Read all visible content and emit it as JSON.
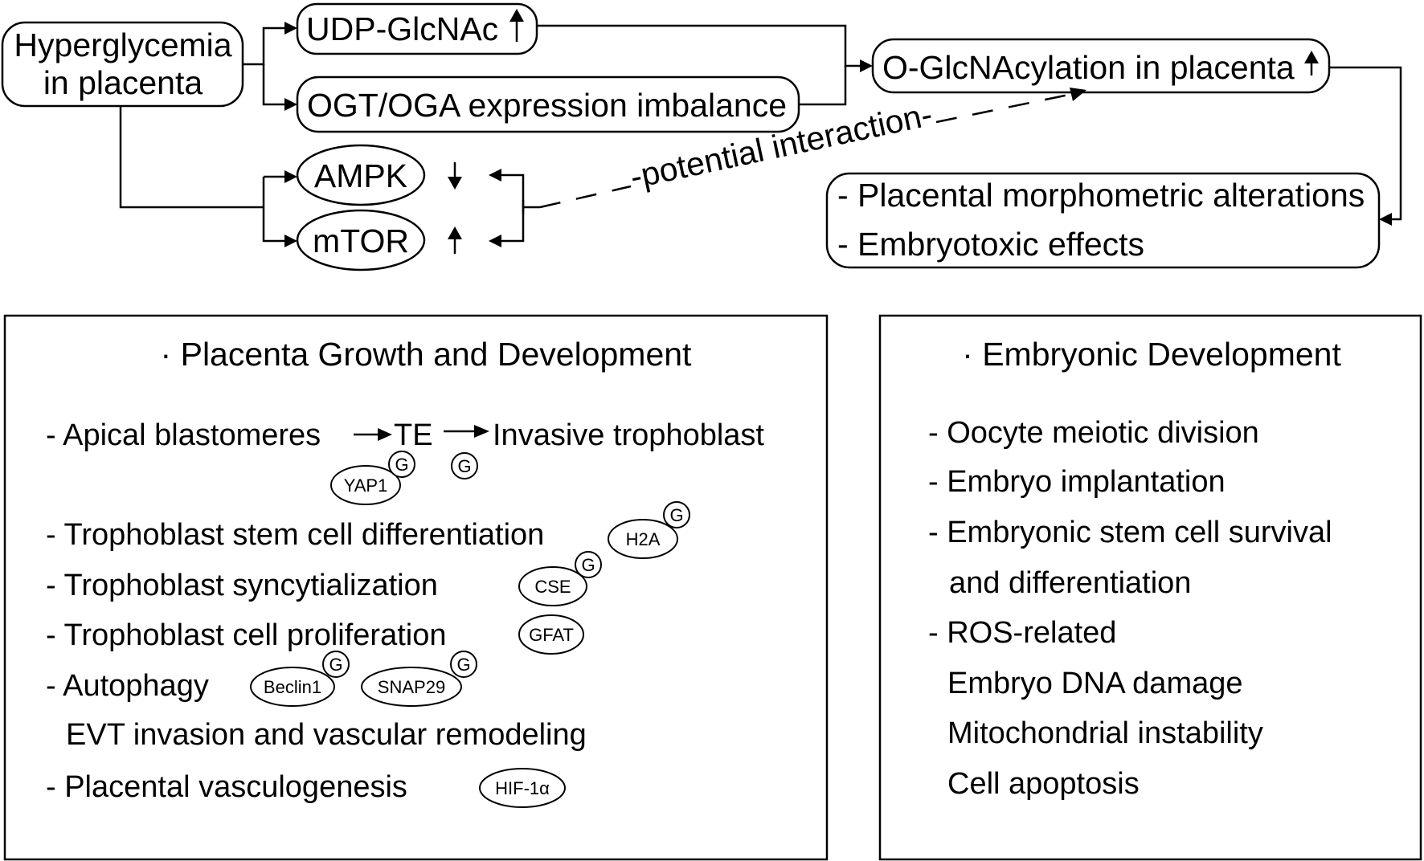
{
  "top": {
    "hyperglycemia": [
      "Hyperglycemia",
      "in placenta"
    ],
    "udp": "UDP-GlcNAc",
    "ogt": "OGT/OGA expression imbalance",
    "oglc": "O-GlcNAcylation in placenta",
    "ampk": "AMPK",
    "mtor": "mTOR",
    "potential": "-potential interaction-",
    "outcomes": [
      "- Placental morphometric alterations",
      "- Embryotoxic effects"
    ]
  },
  "placenta": {
    "title": "· Placenta Growth and Development",
    "apical": "- Apical blastomeres",
    "te": "TE",
    "invasive": "Invasive trophoblast",
    "stem": "- Trophoblast stem cell differentiation",
    "syncyt": "- Trophoblast syncytialization",
    "prolif": "- Trophoblast cell proliferation",
    "autophagy": "- Autophagy",
    "evt": "EVT invasion and vascular remodeling",
    "vasculo": "- Placental vasculogenesis",
    "tags": {
      "yap1": "YAP1",
      "h2a": "H2A",
      "cse": "CSE",
      "gfat": "GFAT",
      "beclin1": "Beclin1",
      "snap29": "SNAP29",
      "hif": "HIF-1α"
    },
    "g": "G"
  },
  "embryo": {
    "title": "· Embryonic Development",
    "items": [
      "- Oocyte meiotic division",
      "- Embryo implantation",
      "- Embryonic stem cell survival",
      "and differentiation",
      "- ROS-related",
      "Embryo DNA damage",
      "Mitochondrial instability",
      "Cell apoptosis"
    ]
  }
}
